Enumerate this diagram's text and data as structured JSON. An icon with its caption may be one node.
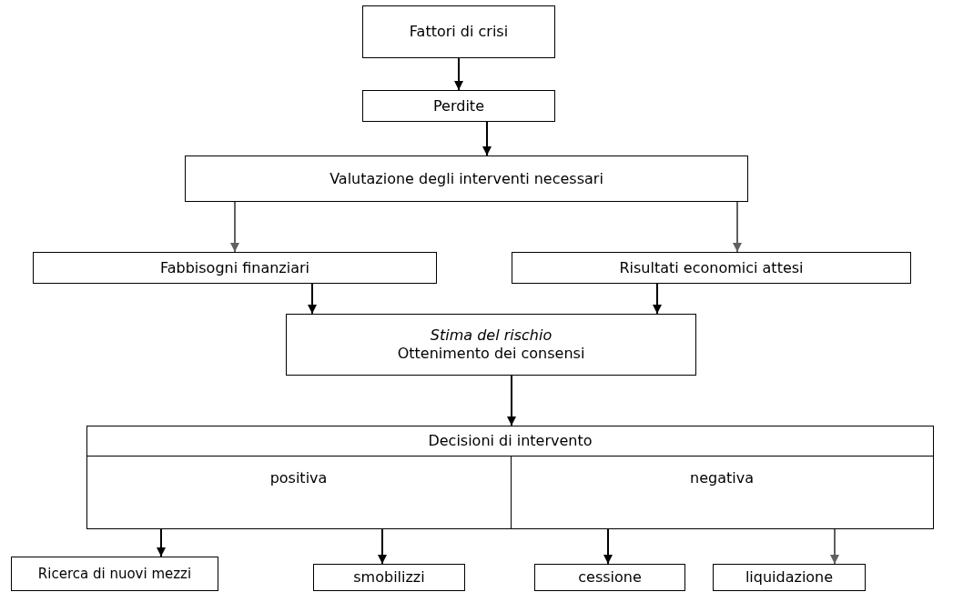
{
  "diagram": {
    "nodes": [
      {
        "text": [
          "Fattori di crisi"
        ]
      },
      {
        "text": [
          "Perdite"
        ]
      },
      {
        "text": [
          "Valutazione degli interventi necessari"
        ]
      },
      {
        "text": [
          "Fabbisogni finanziari"
        ]
      },
      {
        "text": [
          "Risultati economici attesi"
        ]
      },
      {
        "text": [
          "Stima del rischio",
          "Ottenimento dei consensi"
        ]
      },
      {
        "text": [
          "Decisioni di intervento"
        ]
      },
      {
        "text": [
          "positiva"
        ],
        "in": 6
      },
      {
        "text": [
          "negativa"
        ],
        "in": 6
      },
      {
        "text": [
          "Ricerca di nuovi mezzi"
        ]
      },
      {
        "text": [
          "smobilizzi"
        ]
      },
      {
        "text": [
          "cessione"
        ]
      },
      {
        "text": [
          "liquidazione"
        ]
      }
    ],
    "edges": [
      {
        "from": 0,
        "to": 1,
        "arrow": "to"
      },
      {
        "from": 1,
        "to": 2,
        "arrow": "to"
      },
      {
        "from": 2,
        "to": 3,
        "arrow": "to",
        "color": "#606060"
      },
      {
        "from": 2,
        "to": 4,
        "arrow": "to",
        "color": "#606060"
      },
      {
        "from": 3,
        "to": 5,
        "arrow": "to"
      },
      {
        "from": 4,
        "to": 5,
        "arrow": "to"
      },
      {
        "from": 5,
        "to": 6,
        "arrow": "to"
      },
      {
        "from": 7,
        "to": 9,
        "arrow": "to"
      },
      {
        "from": 7,
        "to": 10,
        "arrow": "to"
      },
      {
        "from": 8,
        "to": 11,
        "arrow": "to"
      },
      {
        "from": 8,
        "to": 12,
        "arrow": "to",
        "color": "#606060"
      }
    ]
  }
}
